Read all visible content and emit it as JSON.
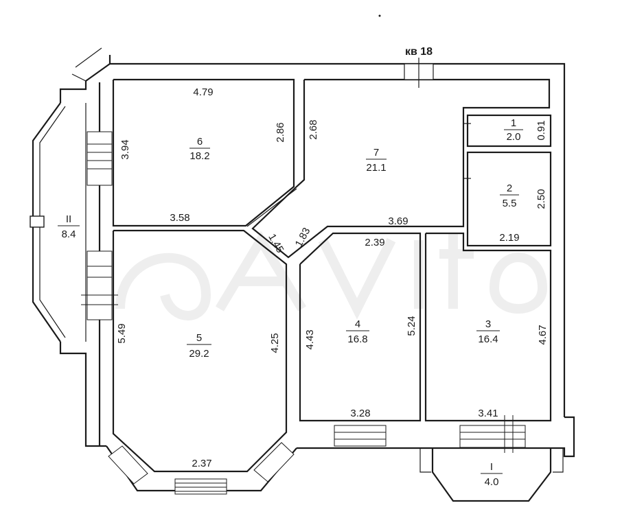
{
  "apartment_label": "кв 18",
  "rooms": [
    {
      "id": "room-6",
      "number": "6",
      "area": "18.2"
    },
    {
      "id": "room-7",
      "number": "7",
      "area": "21.1"
    },
    {
      "id": "room-1",
      "number": "1",
      "area": "2.0"
    },
    {
      "id": "room-2",
      "number": "2",
      "area": "5.5"
    },
    {
      "id": "room-5",
      "number": "5",
      "area": "29.2"
    },
    {
      "id": "room-4",
      "number": "4",
      "area": "16.8"
    },
    {
      "id": "room-3",
      "number": "3",
      "area": "16.4"
    },
    {
      "id": "loggia-ii",
      "number": "II",
      "area": "8.4"
    },
    {
      "id": "balcony-i",
      "number": "I",
      "area": "4.0"
    }
  ],
  "dimensions": {
    "r6_top": "4.79",
    "r6_left": "3.94",
    "r6_right": "2.86",
    "r6_bottom": "3.58",
    "r7_left": "2.68",
    "r7_bottom": "3.69",
    "r1_right": "0.91",
    "r2_right": "2.50",
    "r2_bottom": "2.19",
    "corr_a": "1.45",
    "corr_b": "1.83",
    "r5_left": "5.49",
    "r5_right": "4.25",
    "r5_bottom": "2.37",
    "r4_top": "2.39",
    "r4_left": "4.43",
    "r4_right": "5.24",
    "r4_bottom": "3.28",
    "r3_right": "4.67",
    "r3_bottom": "3.41"
  }
}
